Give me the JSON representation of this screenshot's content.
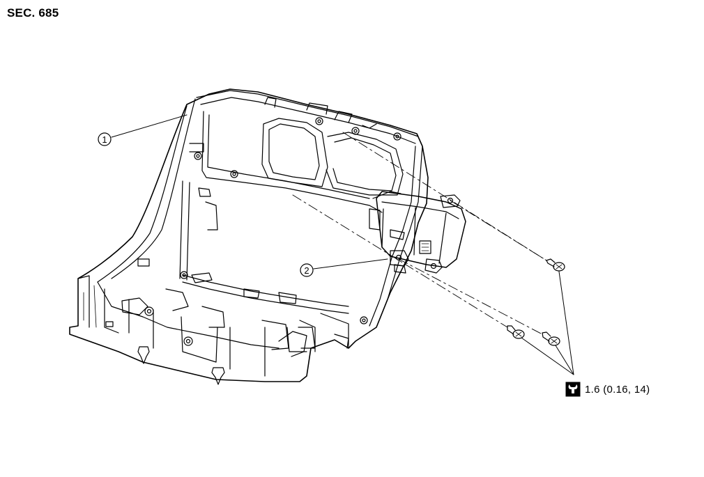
{
  "section": {
    "label": "SEC. 685"
  },
  "callouts": {
    "part1": "1",
    "part2": "2"
  },
  "torque": {
    "value_text": "1.6 (0.16, 14)",
    "icon": "torque-wrench-icon"
  },
  "colors": {
    "line": "#000000",
    "background": "#ffffff"
  }
}
